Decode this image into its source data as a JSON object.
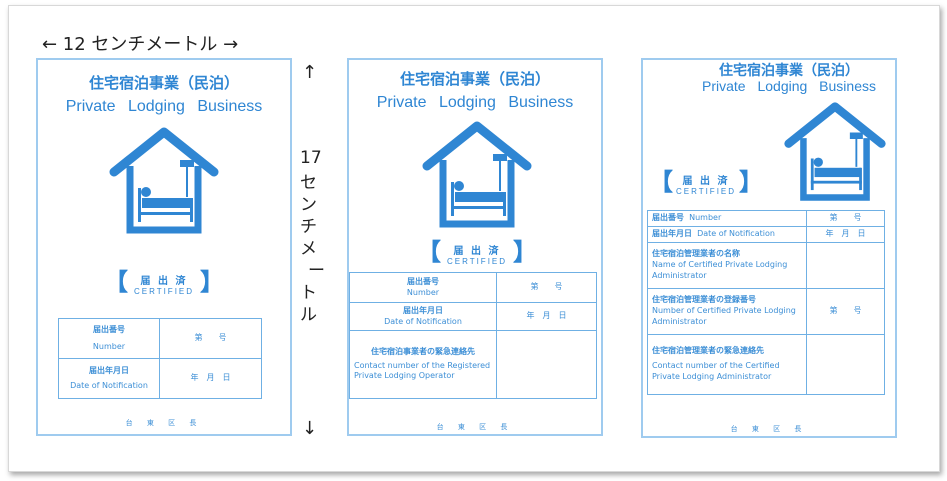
{
  "dimensions": {
    "width_label": "← 12 センチメートル →",
    "height_number": "17",
    "height_chars": [
      "セ",
      "ン",
      "チ",
      "メ",
      "ー",
      "ト",
      "ル"
    ],
    "arrow_up": "↑",
    "arrow_down": "↓"
  },
  "colors": {
    "accent": "#2f86d3",
    "border": "#9fcbef"
  },
  "cards": [
    {
      "title_jp": "住宅宿泊事業（民泊）",
      "title_en": "Private Lodging Business",
      "icon": "house-bed-lamp-icon",
      "certified_jp": "届 出 済",
      "certified_en": "CERTIFIED",
      "rows": [
        {
          "jp": "届出番号",
          "en": "Number",
          "value": "第　　号"
        },
        {
          "jp": "届出年月日",
          "en": "Date of Notification",
          "value": "年　月　日"
        }
      ],
      "footer": "台 東 区 長"
    },
    {
      "title_jp": "住宅宿泊事業（民泊）",
      "title_en": "Private Lodging Business",
      "icon": "house-bed-lamp-icon",
      "certified_jp": "届 出 済",
      "certified_en": "CERTIFIED",
      "rows": [
        {
          "jp": "届出番号",
          "en": "Number",
          "value": "第　　号"
        },
        {
          "jp": "届出年月日",
          "en": "Date of Notification",
          "value": "年　月　日"
        },
        {
          "jp": "住宅宿泊事業者の緊急連絡先",
          "en": "Contact number of the Registered Private Lodging Operator",
          "value": ""
        }
      ],
      "footer": "台 東 区 長"
    },
    {
      "title_jp": "住宅宿泊事業（民泊）",
      "title_en": "Private Lodging Business",
      "icon": "house-bed-lamp-icon",
      "certified_jp": "届 出 済",
      "certified_en": "CERTIFIED",
      "rows": [
        {
          "jp": "届出番号",
          "en": "Number",
          "value": "第　　号",
          "inline": true
        },
        {
          "jp": "届出年月日",
          "en": "Date of Notification",
          "value": "年　月　日",
          "inline": true
        },
        {
          "jp": "住宅宿泊管理業者の名称",
          "en": "Name of Certified Private Lodging Administrator",
          "value": ""
        },
        {
          "jp": "住宅宿泊管理業者の登録番号",
          "en": "Number of Certified Private Lodging Administrator",
          "value": "第　　号"
        },
        {
          "jp": "住宅宿泊管理業者の緊急連絡先",
          "en": "Contact number of the Certified Private Lodging Administrator",
          "value": ""
        }
      ],
      "footer": "台 東 区 長"
    }
  ]
}
